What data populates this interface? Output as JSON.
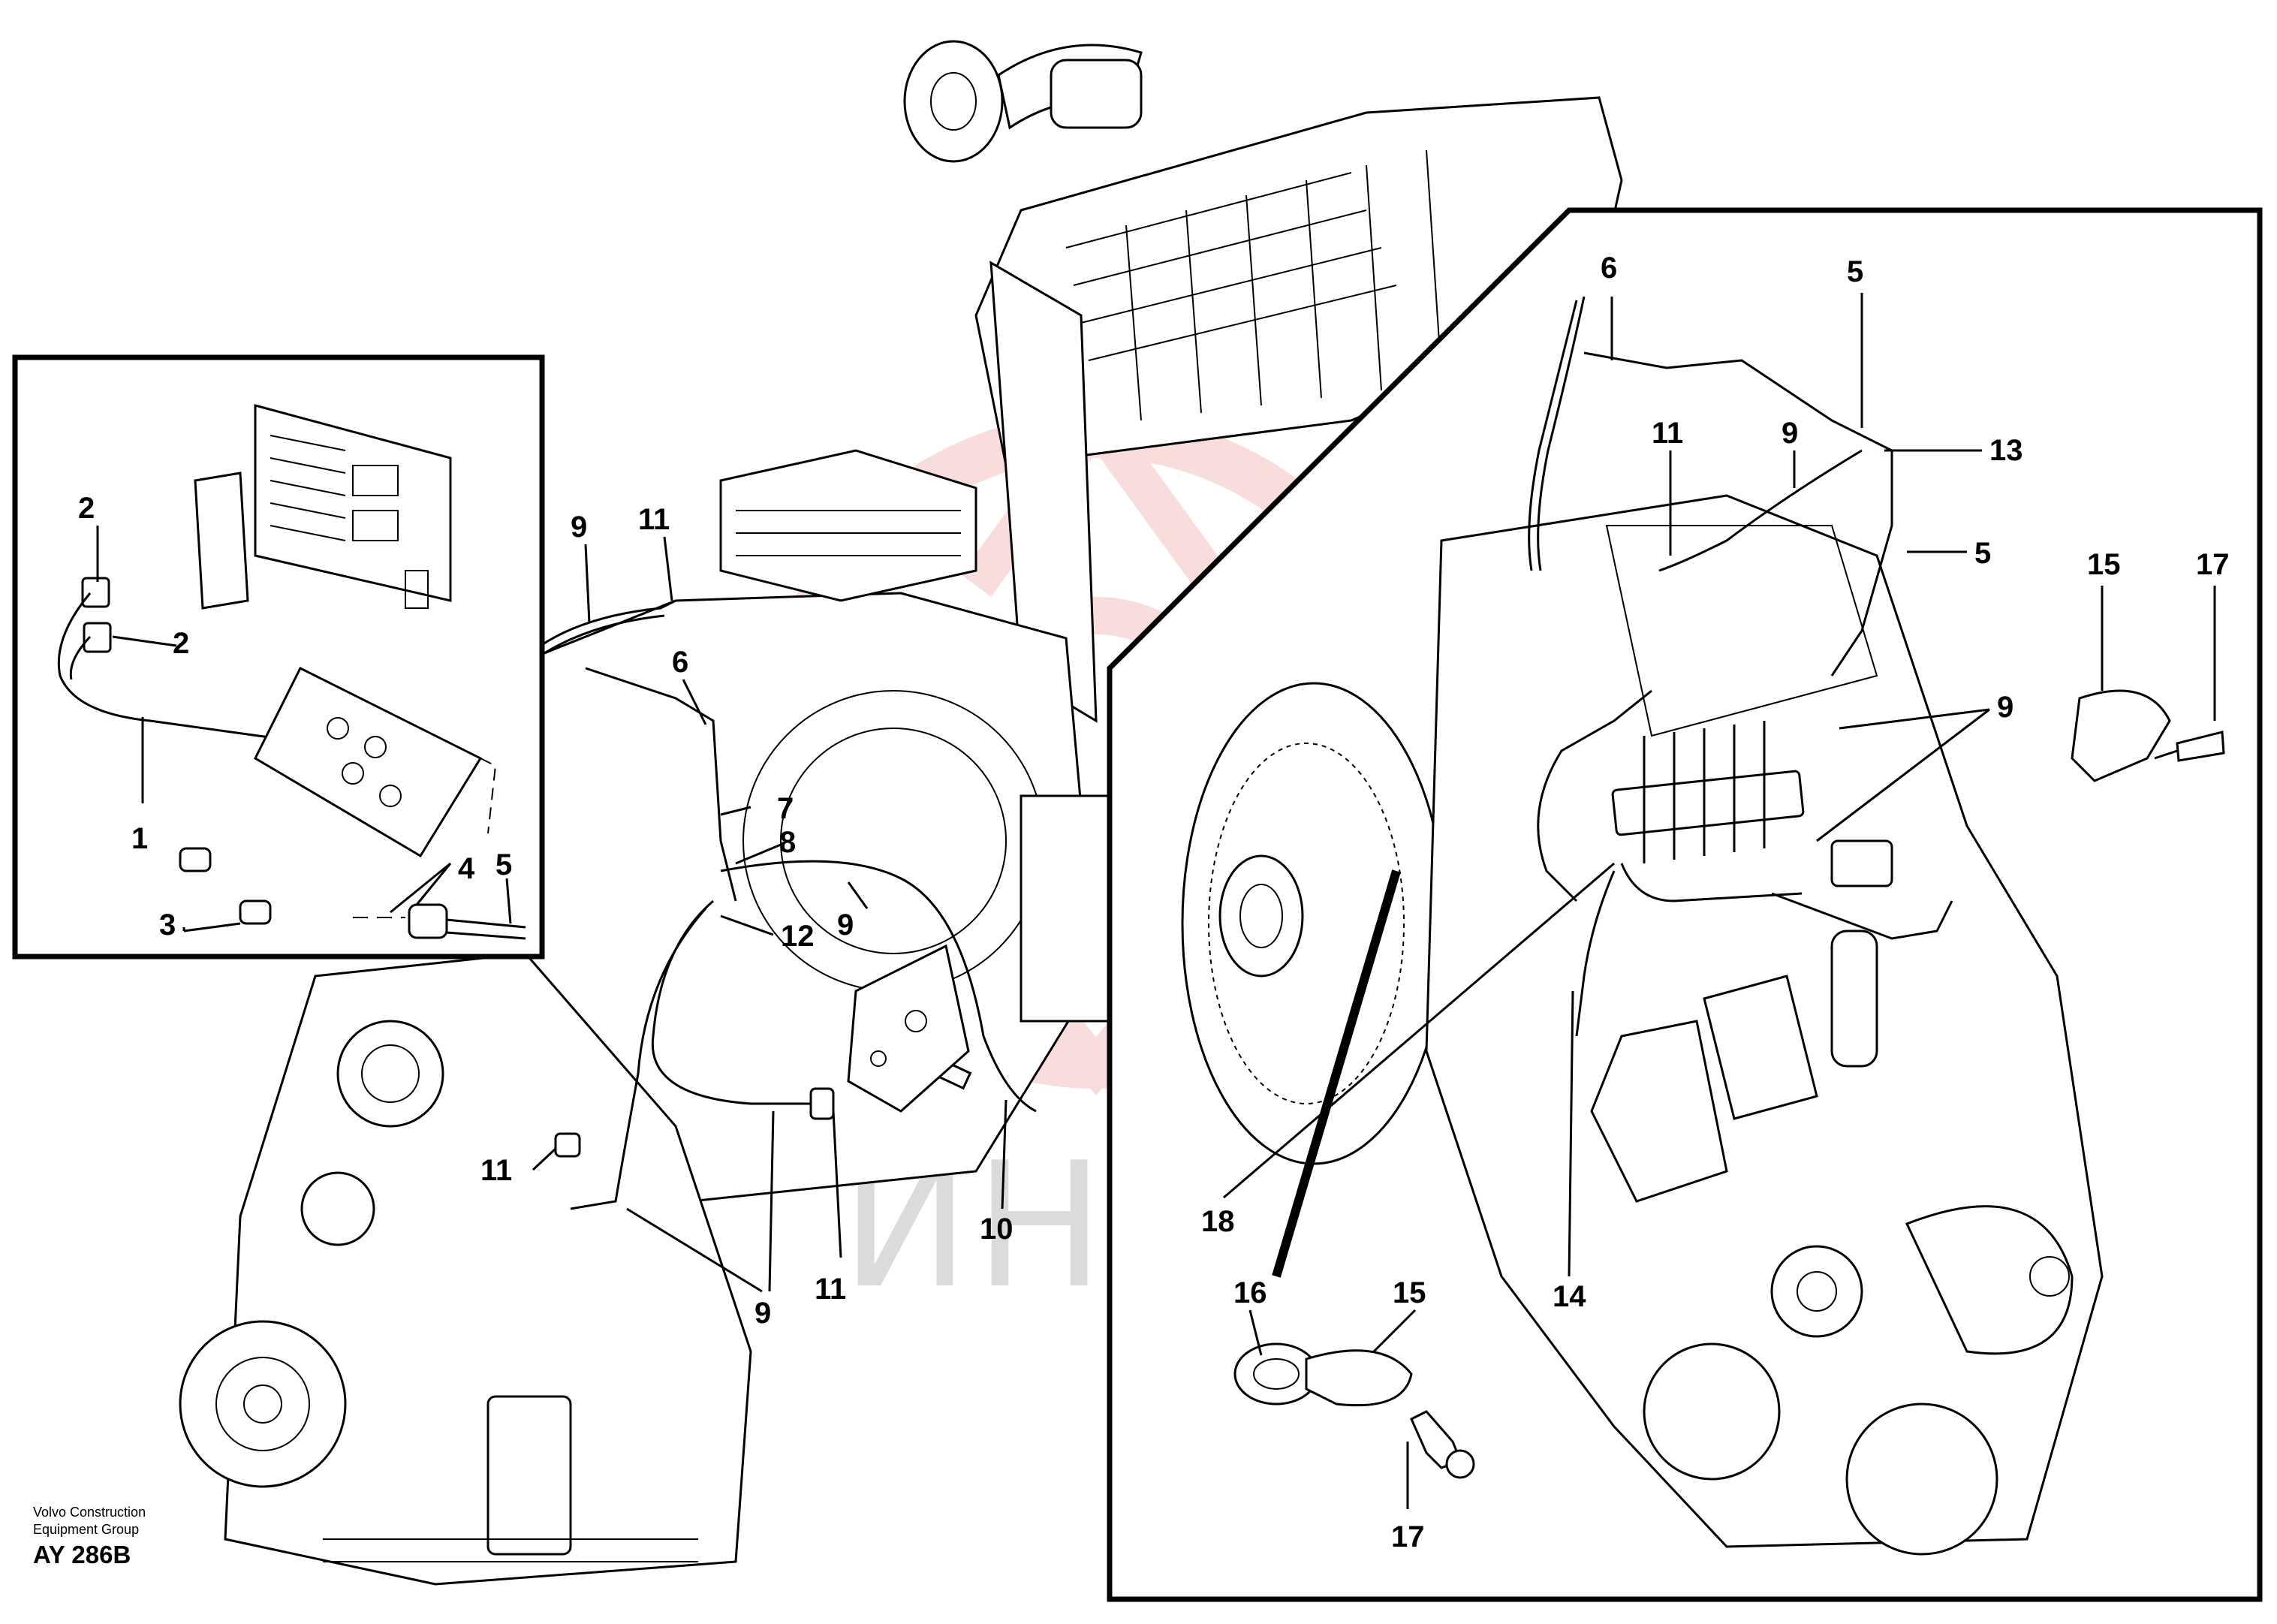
{
  "footer": {
    "line1": "Volvo Construction",
    "line2": "Equipment Group",
    "code": "AY 286B"
  },
  "watermark": {
    "text": "ИНТЕХ",
    "color": "#cfcfcf",
    "logo_color": "#f2b5b5"
  },
  "callouts": {
    "l1": "1",
    "l2a": "2",
    "l2b": "2",
    "l3": "3",
    "l4": "4",
    "l5a": "5",
    "l9a": "9",
    "l11a": "11",
    "l6a": "6",
    "l7": "7",
    "l8": "8",
    "l9b": "9",
    "l12": "12",
    "l10": "10",
    "l11b": "11",
    "l9c": "9",
    "l11c": "11",
    "l6b": "6",
    "l5b": "5",
    "l11d": "11",
    "l9d": "9",
    "l13": "13",
    "l5c": "5",
    "l15a": "15",
    "l17a": "17",
    "l9e": "9",
    "l18": "18",
    "l14": "14",
    "l16": "16",
    "l15b": "15",
    "l17b": "17"
  }
}
